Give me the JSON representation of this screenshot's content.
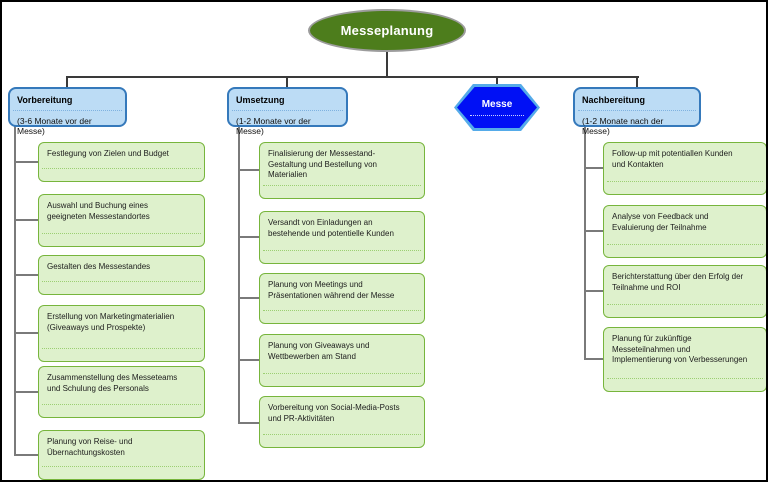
{
  "diagram": {
    "root_label": "Messeplanung",
    "branches": [
      {
        "title": "Vorbereitung",
        "subtitle": "(3-6 Monate vor der Messe)",
        "children": [
          "Festlegung von Zielen und Budget",
          "Auswahl und Buchung eines\ngeeigneten Messestandortes",
          "Gestalten des Messestandes",
          "Erstellung von Marketingmaterialien\n(Giveaways und Prospekte)",
          "Zusammenstellung des Messeteams\nund Schulung des Personals",
          "Planung von Reise- und\nÜbernachtungskosten"
        ]
      },
      {
        "title": "Umsetzung",
        "subtitle": "(1-2 Monate vor der Messe)",
        "children": [
          "Finalisierung der Messestand-\nGestaltung und Bestellung von\nMaterialien",
          "Versandt von Einladungen an\nbestehende und potentielle Kunden",
          "Planung von Meetings und\nPräsentationen während der Messe",
          "Planung von Giveaways und\nWettbewerben am Stand",
          "Vorbereitung von Social-Media-Posts\nund PR-Aktivitäten"
        ]
      },
      {
        "title": "Messe",
        "subtitle": "",
        "children": []
      },
      {
        "title": "Nachbereitung",
        "subtitle": "(1-2 Monate nach der Messe)",
        "children": [
          "Follow-up mit potentiallen Kunden\nund Kontakten",
          "Analyse von Feedback und\nEvaluierung der Teilnahme",
          "Berichterstattung über den Erfolg der\nTeilnahme und ROI",
          "Planung für zukünftige\nMesseteilnahmen und\nImplementierung von Verbesserungen"
        ]
      }
    ]
  },
  "colors": {
    "root_fill": "#4d7d1c",
    "root_border": "#9c9c9c",
    "stage_fill": "#bcdcf5",
    "stage_border": "#3579bb",
    "event_fill": "#0010f5",
    "event_border": "#55abe9",
    "task_fill": "#def1cc",
    "task_border": "#77b53c",
    "connector_dark": "#3a3a3a",
    "connector_gray": "#7a7a7a",
    "background": "#ffffff"
  }
}
